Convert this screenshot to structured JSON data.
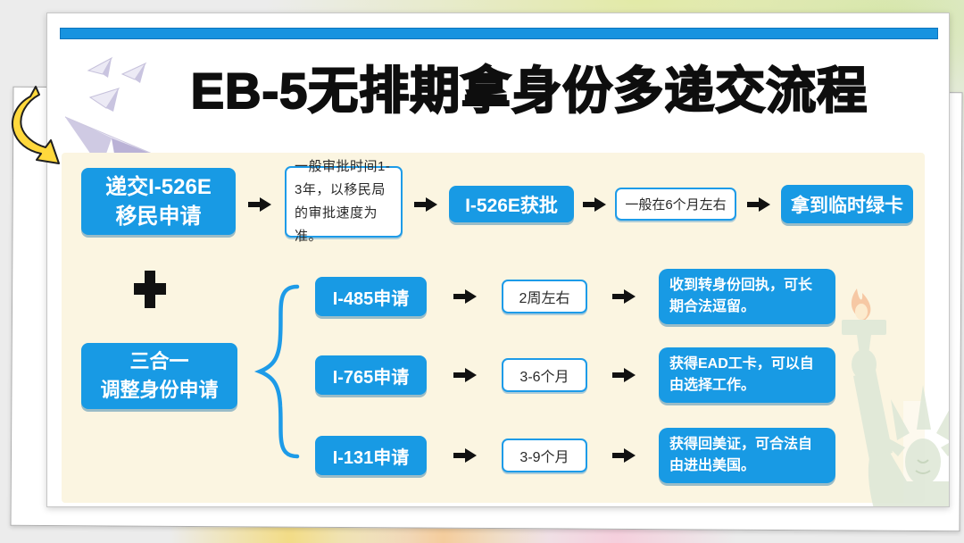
{
  "title": "EB-5无排期拿身份多递交流程",
  "top_flow": {
    "step1_line1": "递交I-526E",
    "step1_line2": "移民申请",
    "note1": "一般审批时间1-3年，以移民局的审批速度为准。",
    "step2": "I-526E获批",
    "note2": "一般在6个月左右",
    "step3": "拿到临时绿卡"
  },
  "combo": {
    "line1": "三合一",
    "line2": "调整身份申请"
  },
  "branches": [
    {
      "form": "I-485申请",
      "duration": "2周左右",
      "result": "收到转身份回执，可长期合法逗留。"
    },
    {
      "form": "I-765申请",
      "duration": "3-6个月",
      "result": "获得EAD工卡，可以自由选择工作。"
    },
    {
      "form": "I-131申请",
      "duration": "3-9个月",
      "result": "获得回美证，可合法自由进出美国。"
    }
  ],
  "icons": {
    "plus": "plus-icon",
    "arrow": "arrow-right-icon",
    "brace": "curly-brace",
    "planes": "paper-plane-icons",
    "statue": "statue-of-liberty",
    "yellow_arrow": "curved-yellow-arrow"
  },
  "colors": {
    "accent_blue": "#189AE4",
    "bar_blue": "#1793E0",
    "border_blue": "#1D9BE8",
    "panel_cream": "#FBF5E1",
    "arrow_black": "#111111",
    "title_black": "#0E0E0E"
  }
}
